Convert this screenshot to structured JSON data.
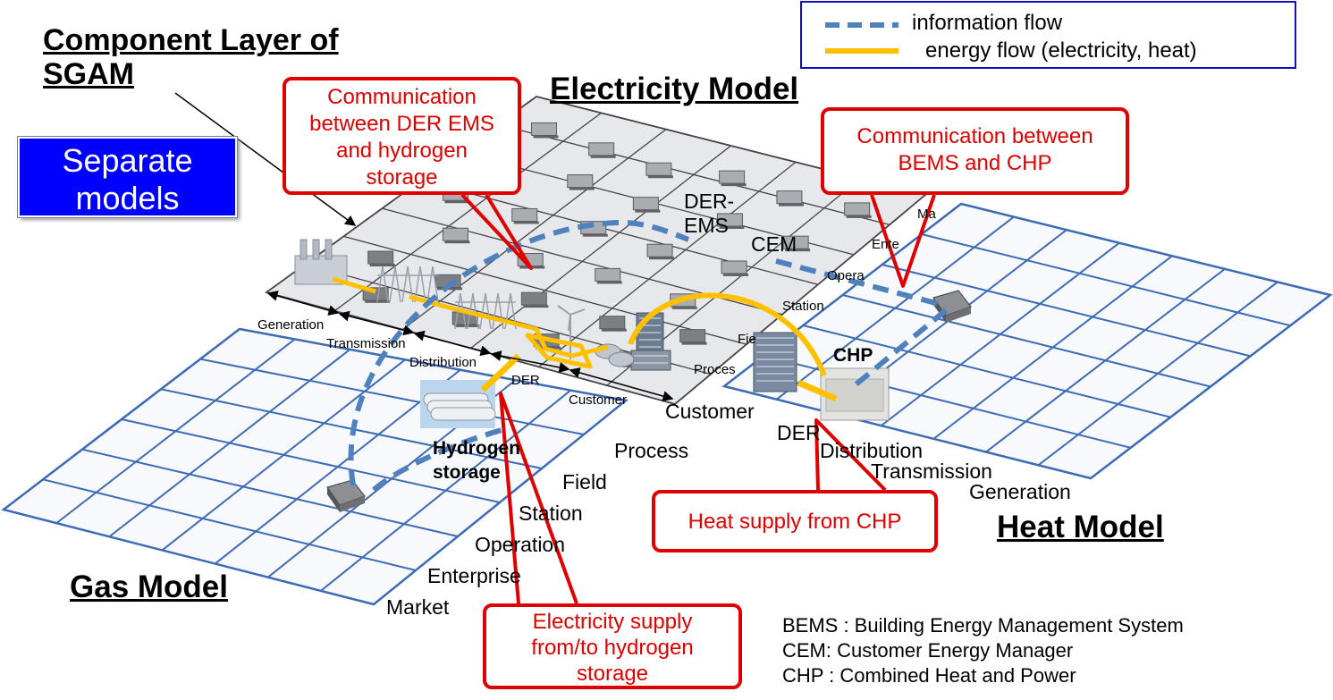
{
  "legend": {
    "information_flow": "information flow",
    "energy_flow": "energy flow (electricity, heat)",
    "colors": {
      "information": "#4f81bd",
      "energy": "#ffc000"
    }
  },
  "titles": {
    "component_layer_line1": "Component Layer of",
    "component_layer_line2": "SGAM",
    "electricity_model": "Electricity Model",
    "heat_model": "Heat Model",
    "gas_model": "Gas Model"
  },
  "separate_models": {
    "line1": "Separate",
    "line2": "models"
  },
  "callouts": {
    "der_ems_hydrogen": [
      "Communication",
      "between DER EMS",
      "and hydrogen",
      "storage"
    ],
    "bems_chp": [
      "Communication between",
      "BEMS and CHP"
    ],
    "heat_supply": "Heat supply from CHP",
    "electricity_supply": [
      "Electricity supply",
      "from/to hydrogen",
      "storage"
    ]
  },
  "component_labels": {
    "der_ems_line1": "DER-",
    "der_ems_line2": "EMS",
    "cem": "CEM",
    "chp": "CHP",
    "hydrogen_line1": "Hydrogen",
    "hydrogen_line2": "storage"
  },
  "electricity_domains": [
    "Generation",
    "Transmission",
    "Distribution",
    "DER",
    "Customer"
  ],
  "electricity_zones_partial": [
    "Ma",
    "Ente",
    "Opera",
    "Station",
    "Fie",
    "Proces"
  ],
  "zones": [
    "Customer",
    "Process",
    "Field",
    "Station",
    "Operation",
    "Enterprise",
    "Market"
  ],
  "heat_domains": [
    "DER",
    "Distribution",
    "Transmission",
    "Generation"
  ],
  "glossary": [
    "BEMS : Building Energy Management System",
    "CEM: Customer Energy Manager",
    "CHP : Combined Heat and Power"
  ]
}
